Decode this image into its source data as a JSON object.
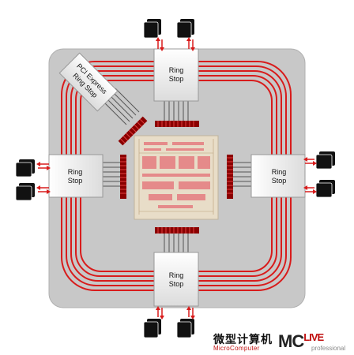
{
  "diagram": {
    "ring_stops": [
      {
        "id": "top",
        "line1": "Ring",
        "line2": "Stop"
      },
      {
        "id": "left",
        "line1": "Ring",
        "line2": "Stop"
      },
      {
        "id": "right",
        "line1": "Ring",
        "line2": "Stop"
      },
      {
        "id": "bottom",
        "line1": "Ring",
        "line2": "Stop"
      }
    ],
    "pcie_stop": {
      "line1": "PCI Express",
      "line2": "Ring Stop"
    }
  },
  "colors": {
    "ring": "#d81b1b",
    "panel": "#c8c8c8",
    "stop_box": "#f2f2f2",
    "connector": "#8a0000",
    "chip": "#e8ddc8",
    "memory": "#111111"
  },
  "watermark": {
    "cn": "微型计算机",
    "en": "MicroComputer",
    "logo": "MC",
    "logo_live": "LIVE",
    "pro": "professional"
  }
}
